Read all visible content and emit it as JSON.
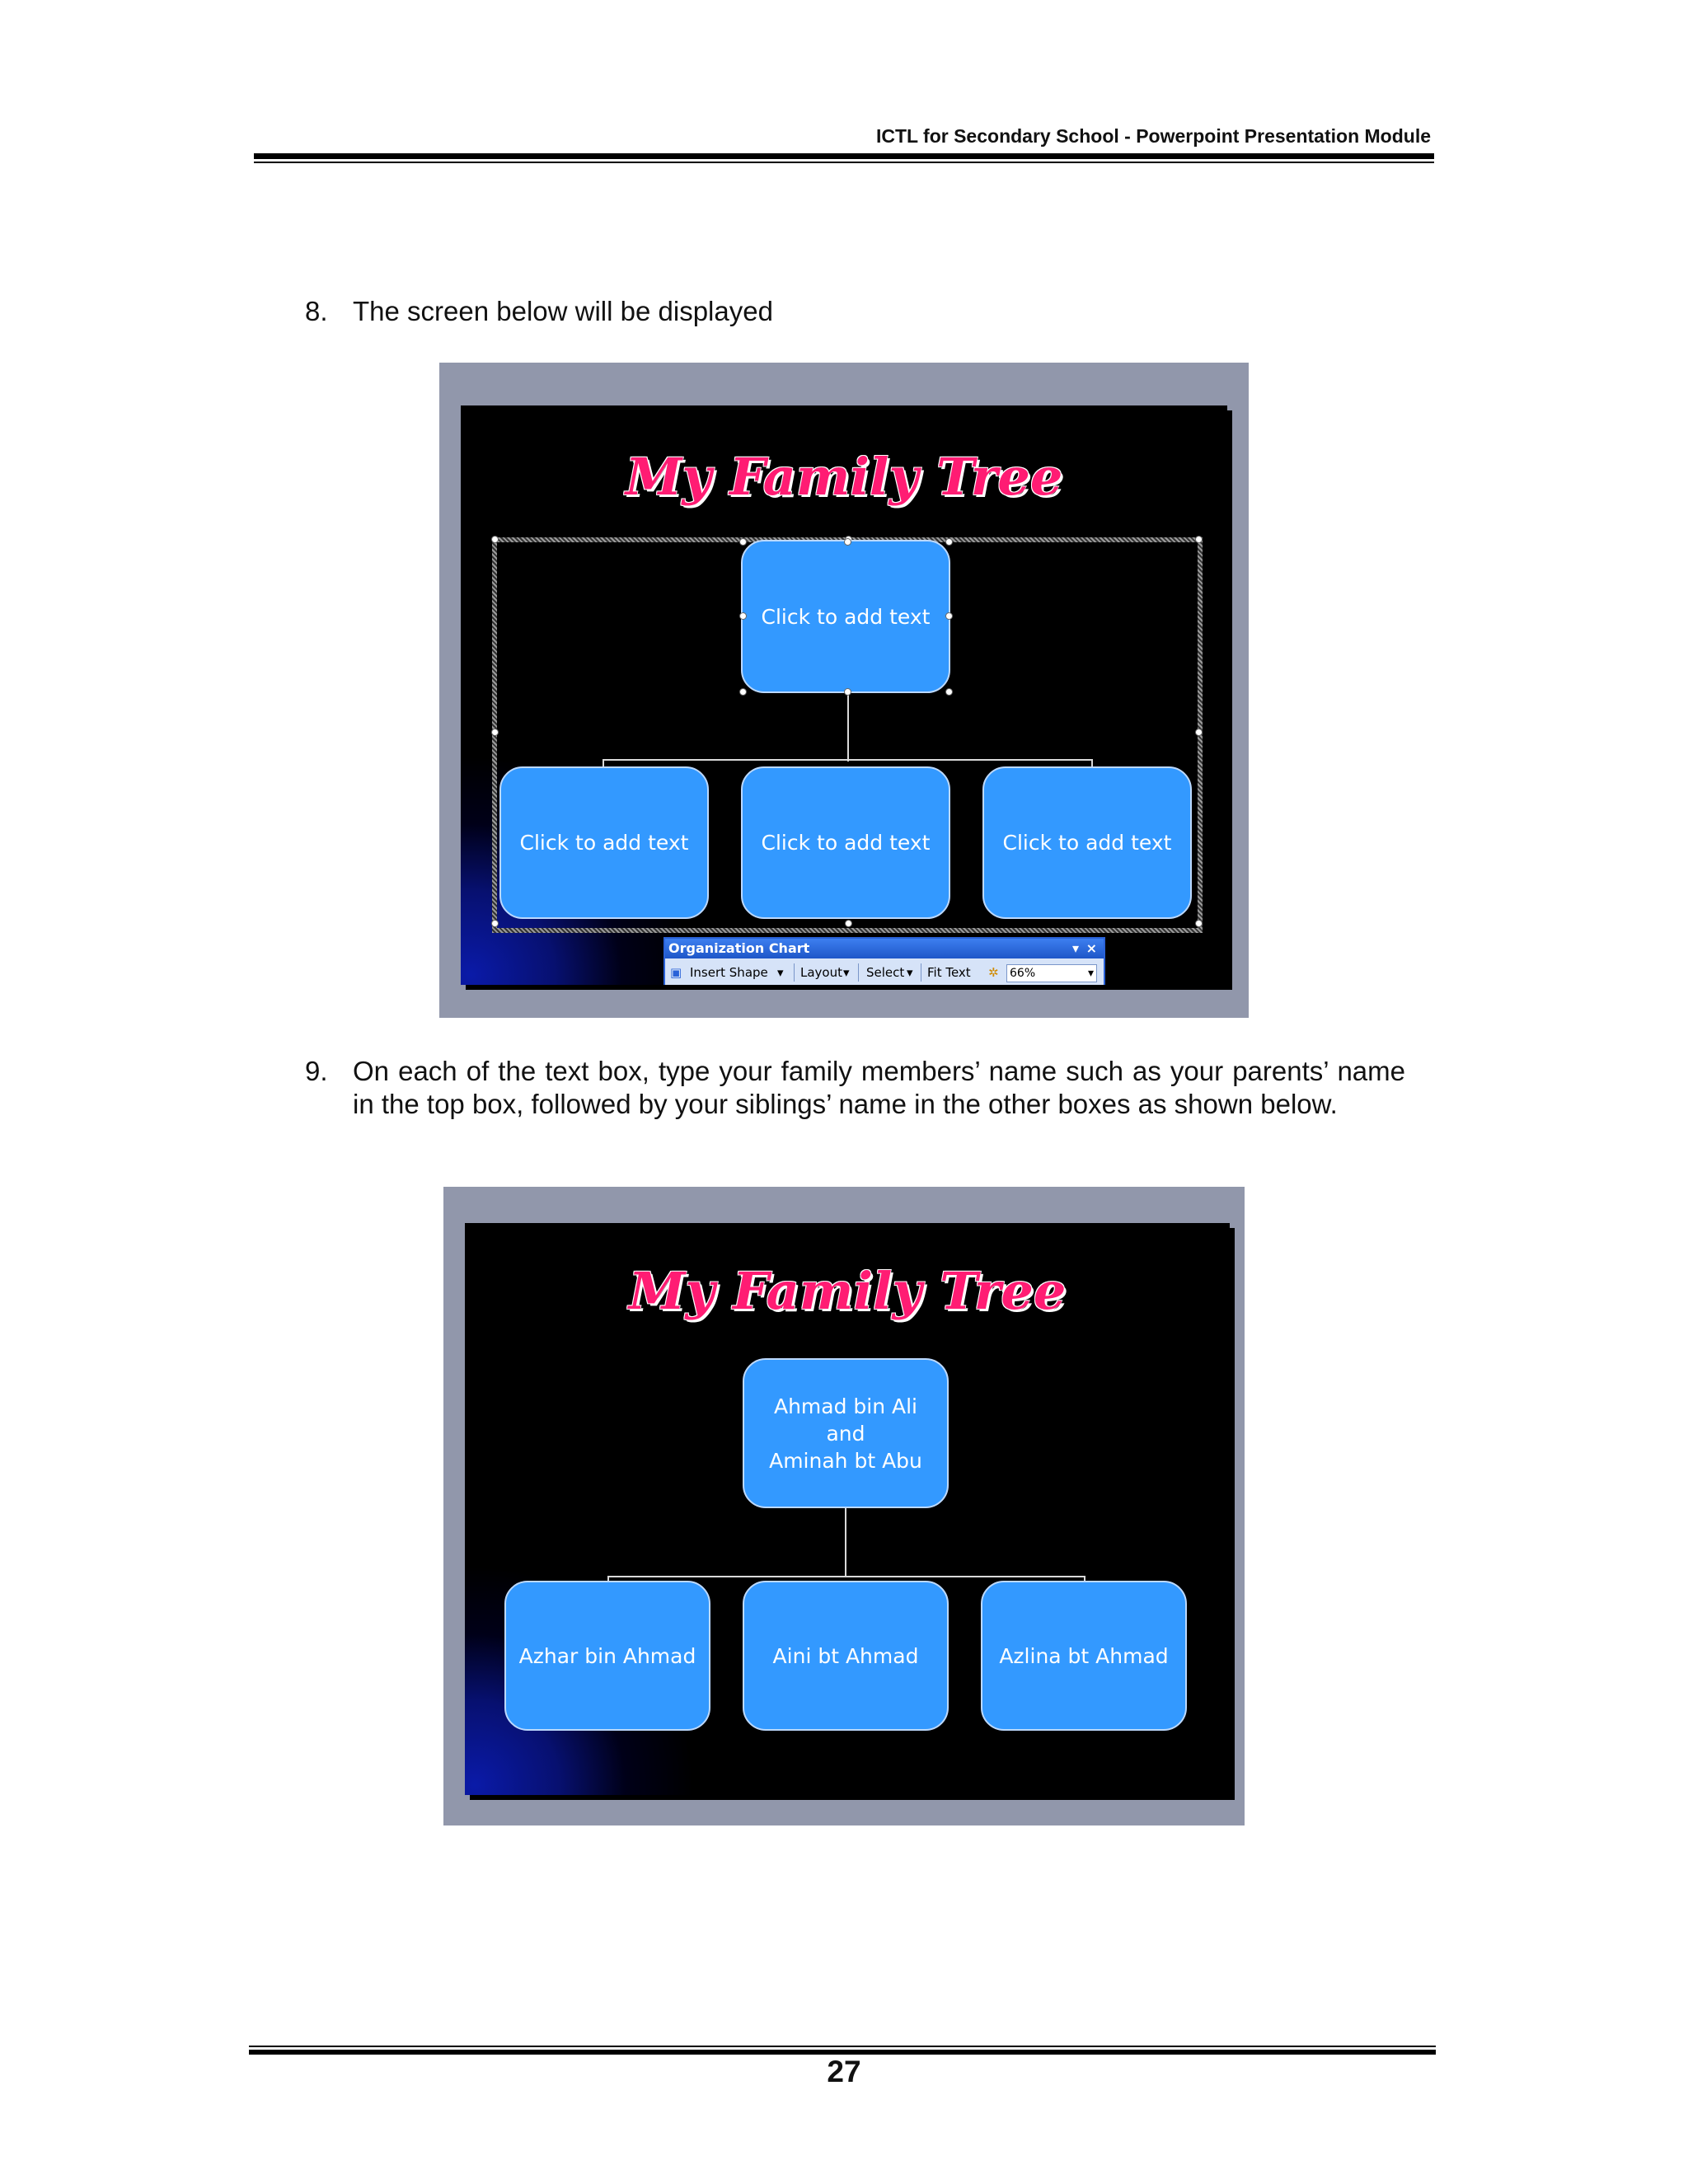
{
  "header": {
    "title": "ICTL for Secondary School -  Powerpoint Presentation Module"
  },
  "steps": [
    {
      "number": "8.",
      "text": "The screen below will be displayed"
    },
    {
      "number": "9.",
      "text": "On each of the text box, type your family members’ name such as your parents’ name in the top box, followed by your siblings’ name in the other boxes as shown below."
    }
  ],
  "slide1": {
    "title": "My Family Tree",
    "top_box": "Click to add text",
    "children": [
      "Click to add text",
      "Click to add text",
      "Click to add text"
    ],
    "toolbar": {
      "title": "Organization Chart",
      "insert_shape": "Insert Shape",
      "layout": "Layout",
      "select": "Select",
      "fit_text": "Fit Text",
      "zoom": "66%",
      "dropdown_glyph": "▾",
      "close_glyph": "×"
    }
  },
  "slide2": {
    "title": "My Family Tree",
    "top_box_lines": [
      "Ahmad bin Ali",
      "and",
      "Aminah bt Abu"
    ],
    "children": [
      "Azhar bin Ahmad",
      "Aini bt Ahmad",
      "Azlina bt Ahmad"
    ]
  },
  "footer": {
    "page_number": "27"
  },
  "colors": {
    "box_fill": "#3399ff",
    "title_pink": "#ff1c73",
    "frame_gray": "#9197ab",
    "slide_bg": "#000000"
  }
}
